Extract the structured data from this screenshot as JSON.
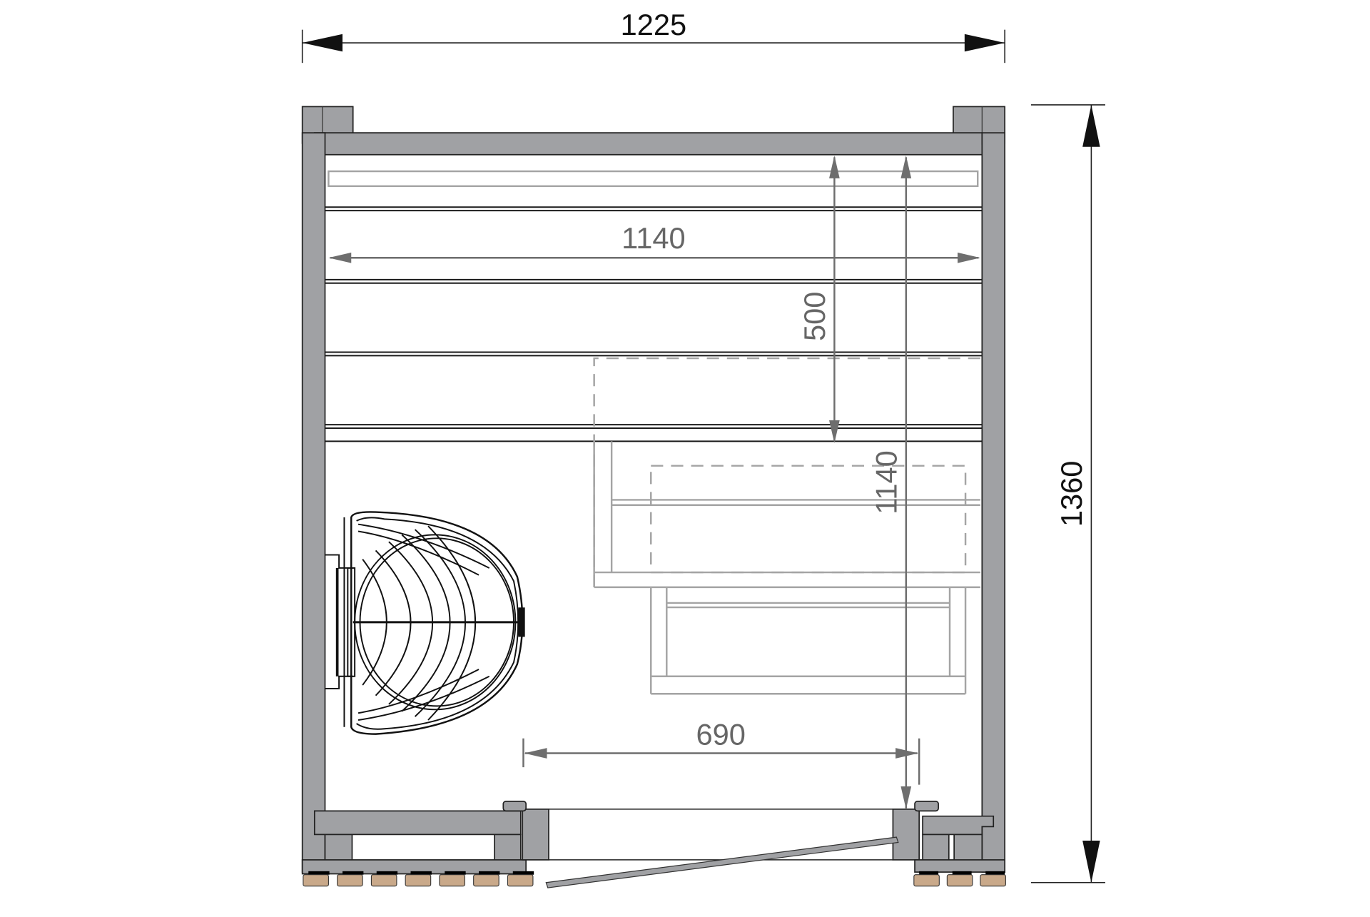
{
  "drawing": {
    "type": "sauna floor plan (top view)",
    "colors": {
      "wall": "#a0a1a4",
      "wall_outline": "#222222",
      "bench_line": "#a4a4a4",
      "dimension_main": "#111111",
      "dimension_inner": "#6e6e6e",
      "feet": "#c9a98a",
      "background": "#ffffff"
    },
    "dimensions": {
      "overall_width": "1225",
      "overall_depth": "1360",
      "inner_width": "1140",
      "inner_depth": "1140",
      "bench_depth": "500",
      "door_opening": "690"
    },
    "components": {
      "heater": "sauna-heater (wire cage, wall-mounted)",
      "upper_bench": "upper bench slats",
      "lower_bench": "lower bench (dashed / retractable)",
      "foot_step": "foot step",
      "door": "glass door (open)",
      "feet_left_count": 7,
      "feet_right_count": 3
    }
  }
}
